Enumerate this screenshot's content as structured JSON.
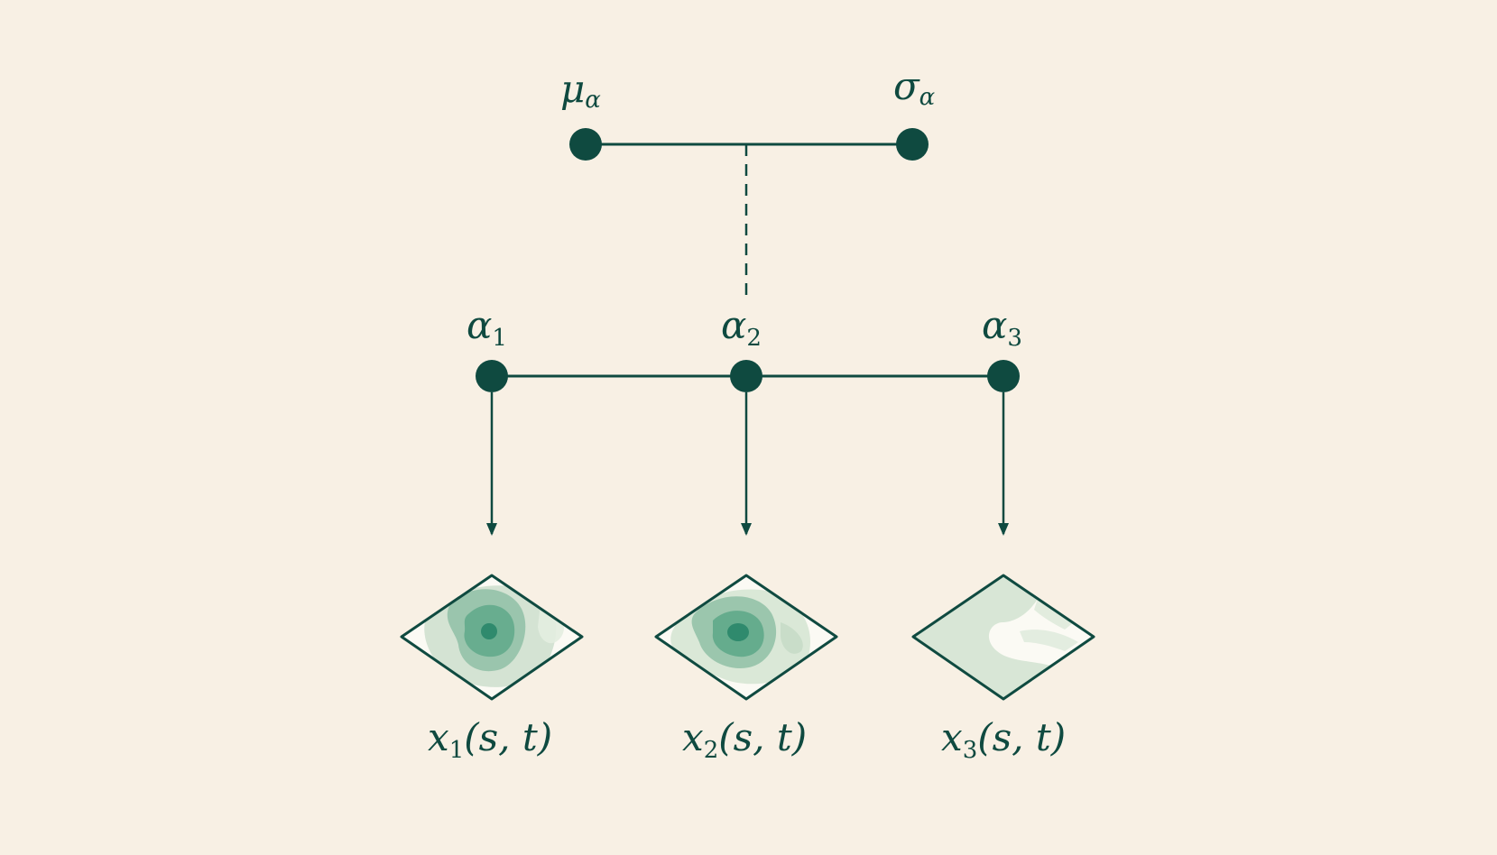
{
  "colors": {
    "background": "#f8f0e4",
    "ink": "#0f4a40",
    "field_light": "#cfe0cf",
    "field_mid": "#8fbfa6",
    "field_dark": "#3f9a7d",
    "diamond_fill": "#fbfaf4"
  },
  "hyperparameters": [
    {
      "id": "mu",
      "symbol": "μ",
      "subscript": "α"
    },
    {
      "id": "sigma",
      "symbol": "σ",
      "subscript": "α"
    }
  ],
  "parameters": [
    {
      "id": "alpha1",
      "symbol": "α",
      "subscript": "1"
    },
    {
      "id": "alpha2",
      "symbol": "α",
      "subscript": "2"
    },
    {
      "id": "alpha3",
      "symbol": "α",
      "subscript": "3"
    }
  ],
  "observations": [
    {
      "id": "x1",
      "symbol": "x",
      "subscript": "1",
      "args": "(s, t)",
      "intensity": "high"
    },
    {
      "id": "x2",
      "symbol": "x",
      "subscript": "2",
      "args": "(s, t)",
      "intensity": "high"
    },
    {
      "id": "x3",
      "symbol": "x",
      "subscript": "3",
      "args": "(s, t)",
      "intensity": "low"
    }
  ],
  "edges": [
    {
      "from": "hyper-bar",
      "to": "alpha2",
      "style": "dashed"
    },
    {
      "from": "alpha1",
      "to": "x1",
      "style": "arrow"
    },
    {
      "from": "alpha2",
      "to": "x2",
      "style": "arrow"
    },
    {
      "from": "alpha3",
      "to": "x3",
      "style": "arrow"
    }
  ]
}
